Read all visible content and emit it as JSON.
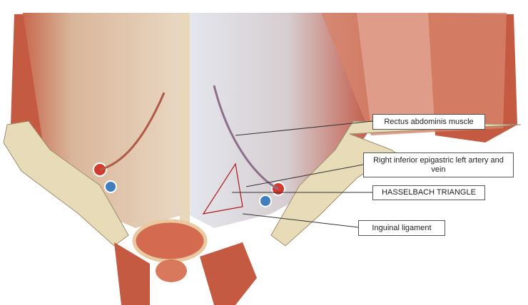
{
  "labels": {
    "rectus": "Rectus abdominis muscle",
    "epigastric": "Right inferior epigastric left artery and vein",
    "hasselbach": "HASSELBACH TRIANGLE",
    "inguinal": "Inguinal ligament"
  },
  "colors": {
    "muscle": "#c9553f",
    "fascia": "#d9c6b0",
    "bone": "#e8dcb8",
    "artery": "#d23b2e",
    "vein": "#3f7fc0",
    "triangle": "#b01818"
  }
}
